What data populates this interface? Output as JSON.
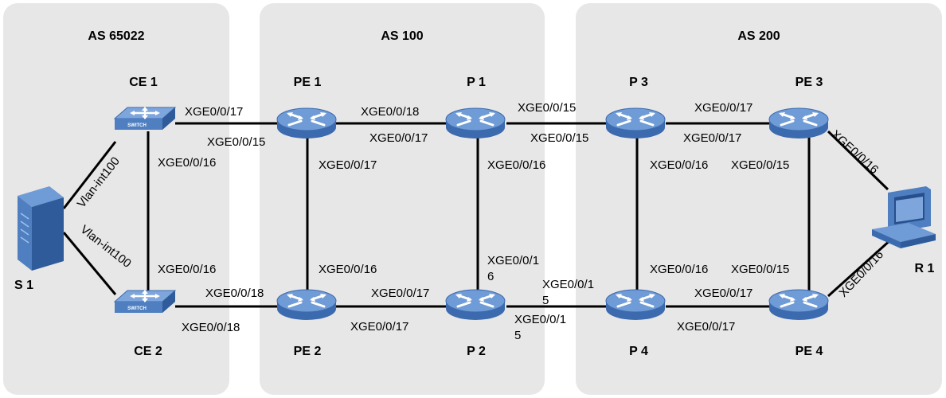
{
  "colors": {
    "region_fill": "#e7e7e7",
    "device_blue": "#4f7fc0",
    "device_top": "#6f9bd6",
    "link": "#000000"
  },
  "regions": {
    "as65022": "AS 65022",
    "as100": "AS 100",
    "as200": "AS 200"
  },
  "devices": {
    "ce1": {
      "label": "CE 1",
      "icon": "switch-icon",
      "text": "SWITCH"
    },
    "ce2": {
      "label": "CE 2",
      "icon": "switch-icon",
      "text": "SWITCH"
    },
    "pe1": {
      "label": "PE 1",
      "icon": "router-icon"
    },
    "pe2": {
      "label": "PE 2",
      "icon": "router-icon"
    },
    "p1": {
      "label": "P 1",
      "icon": "router-icon"
    },
    "p2": {
      "label": "P 2",
      "icon": "router-icon"
    },
    "p3": {
      "label": "P 3",
      "icon": "router-icon"
    },
    "p4": {
      "label": "P 4",
      "icon": "router-icon"
    },
    "pe3": {
      "label": "PE 3",
      "icon": "router-icon"
    },
    "pe4": {
      "label": "PE 4",
      "icon": "router-icon"
    },
    "s1": {
      "label": "S 1",
      "icon": "server-icon"
    },
    "r1": {
      "label": "R 1",
      "icon": "pc-icon"
    }
  },
  "ports": {
    "ce1_to_pe1": "XGE0/0/17",
    "pe1_to_ce1": "XGE0/0/15",
    "ce1_to_ce2": "XGE0/0/16",
    "ce2_to_ce1": "XGE0/0/16",
    "s1_to_ce1": "Vlan-int100",
    "s1_to_ce2": "Vlan-int100",
    "ce2_to_pe2": "XGE0/0/18",
    "pe2_to_ce2": "XGE0/0/18",
    "pe1_to_p1": "XGE0/0/18",
    "p1_to_pe1": "XGE0/0/17",
    "pe1_to_pe2": "XGE0/0/17",
    "pe2_to_pe1": "XGE0/0/16",
    "p1_to_p3": "XGE0/0/15",
    "p3_to_p1": "XGE0/0/15",
    "p1_to_p2": "XGE0/0/16",
    "p2_to_p1_a": "XGE0/0/1",
    "p2_to_p1_b": "6",
    "pe2_to_p2": "XGE0/0/17",
    "p2_to_pe2": "XGE0/0/17",
    "p4_to_p2_a": "XGE0/0/1",
    "p4_to_p2_b": "5",
    "p2_to_p4_a": "XGE0/0/1",
    "p2_to_p4_b": "5",
    "p3_to_pe3": "XGE0/0/17",
    "pe3_to_p3": "XGE0/0/17",
    "p3_to_p4": "XGE0/0/16",
    "p4_to_p3": "XGE0/0/16",
    "pe3_to_pe4": "XGE0/0/15",
    "pe4_to_pe3": "XGE0/0/15",
    "p4_to_pe4": "XGE0/0/17",
    "pe4_to_p4": "XGE0/0/17",
    "pe3_to_r1": "XGE0/0/16",
    "pe4_to_r1": "XGE0/0/16"
  }
}
